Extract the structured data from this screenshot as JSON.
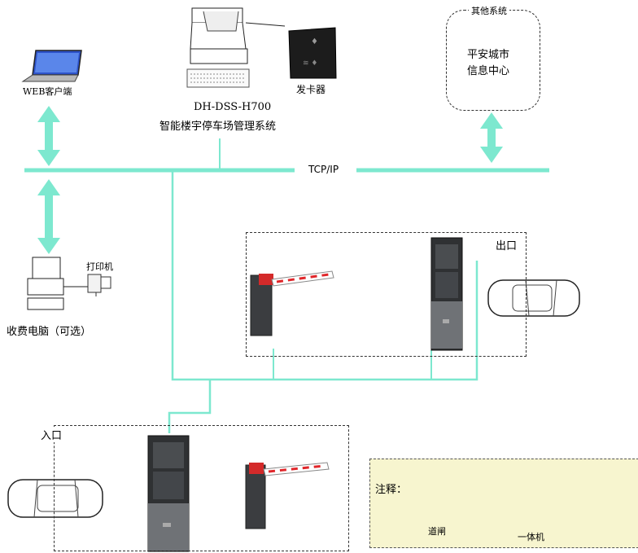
{
  "network": {
    "protocol_label": "TCP/IP"
  },
  "devices": {
    "web_client_label": "WEB客户端",
    "card_issuer_label": "发卡器",
    "server_model": "DH-DSS-H700",
    "server_system": "智能楼宇停车场管理系统",
    "printer_label": "打印机",
    "charge_pc_label": "收费电脑（可选）"
  },
  "other_system": {
    "title": "其他系统",
    "center_line1": "平安城市",
    "center_line2": "信息中心"
  },
  "zones": {
    "exit_label": "出口",
    "entry_label": "入口"
  },
  "legend": {
    "title": "注释：",
    "barrier_label": "道闸",
    "kiosk_label": "一体机"
  },
  "colors": {
    "link": "#7de8cf",
    "barrier_red": "#e0262a",
    "kiosk_dark": "#2f3133",
    "legend_bg": "#f7f5cf"
  }
}
